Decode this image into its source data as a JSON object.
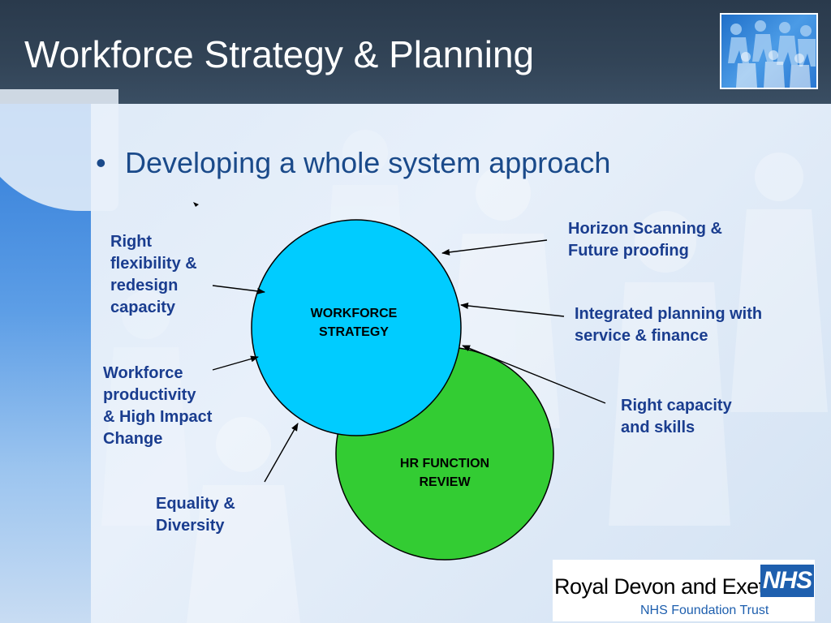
{
  "slide": {
    "title": "Workforce Strategy & Planning",
    "bullet": {
      "marker": "•",
      "text": "Developing a whole system approach"
    }
  },
  "diagram": {
    "circles": {
      "workforce_strategy": {
        "line1": "WORKFORCE",
        "line2": "STRATEGY",
        "color": "#00ccff"
      },
      "hr_function_review": {
        "line1": "HR FUNCTION",
        "line2": "REVIEW",
        "color": "#33cc33"
      }
    },
    "labels": {
      "right_flexibility": [
        "Right",
        "flexibility &",
        "redesign",
        "capacity"
      ],
      "workforce_productivity": [
        "Workforce",
        "productivity",
        "& High Impact",
        "Change"
      ],
      "equality_diversity": [
        "Equality &",
        "Diversity"
      ],
      "horizon_scanning": [
        "Horizon Scanning &",
        "Future proofing"
      ],
      "integrated_planning": [
        "Integrated planning with",
        "service & finance"
      ],
      "right_capacity": [
        "Right capacity",
        "and skills"
      ]
    },
    "text_color": "#1a3d8f"
  },
  "branding": {
    "org_name": "Royal Devon and Exeter",
    "org_subtitle": "NHS Foundation Trust",
    "nhs_badge": "NHS",
    "nhs_blue": "#1e5fae"
  }
}
